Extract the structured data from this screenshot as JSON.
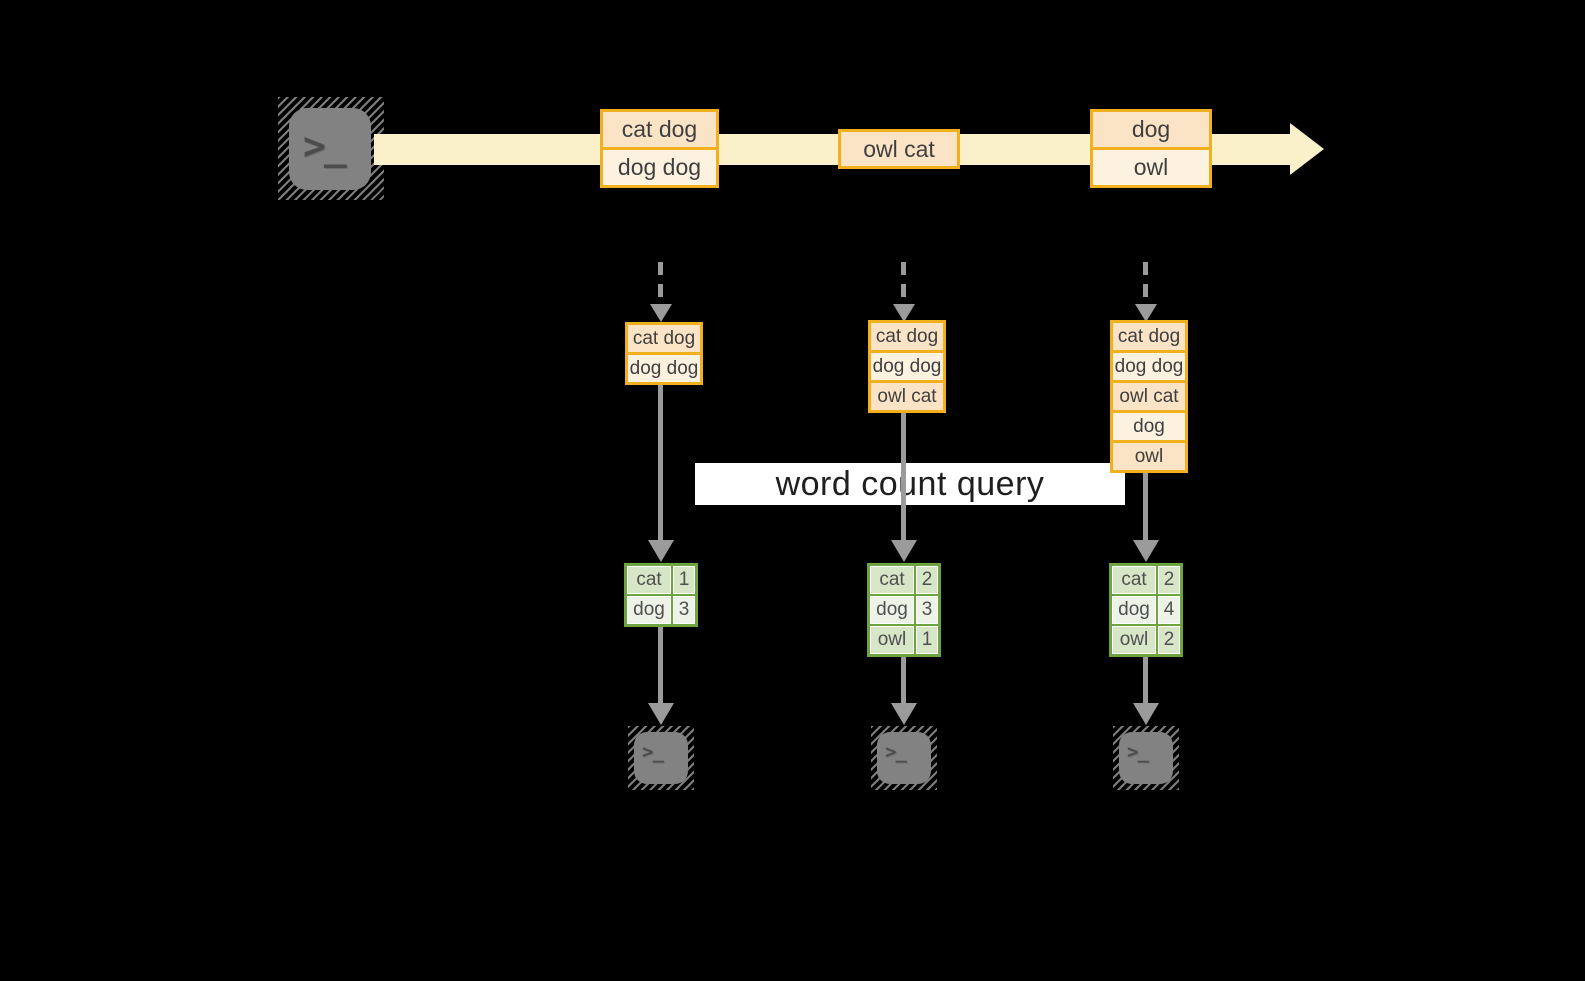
{
  "query": {
    "label": "word count query"
  },
  "stream": {
    "records": [
      {
        "lines": [
          "cat dog",
          "dog dog"
        ]
      },
      {
        "lines": [
          "owl cat"
        ]
      },
      {
        "lines": [
          "dog",
          "owl"
        ]
      }
    ]
  },
  "micro_batches": [
    {
      "lines": [
        "cat dog",
        "dog dog"
      ]
    },
    {
      "lines": [
        "cat dog",
        "dog dog",
        "owl cat"
      ]
    },
    {
      "lines": [
        "cat dog",
        "dog dog",
        "owl cat",
        "dog",
        "owl"
      ]
    }
  ],
  "result_tables": [
    {
      "rows": [
        {
          "word": "cat",
          "count": "1"
        },
        {
          "word": "dog",
          "count": "3"
        }
      ]
    },
    {
      "rows": [
        {
          "word": "cat",
          "count": "2"
        },
        {
          "word": "dog",
          "count": "3"
        },
        {
          "word": "owl",
          "count": "1"
        }
      ]
    },
    {
      "rows": [
        {
          "word": "cat",
          "count": "2"
        },
        {
          "word": "dog",
          "count": "4"
        },
        {
          "word": "owl",
          "count": "2"
        }
      ]
    }
  ],
  "icons": {
    "source": "terminal-icon",
    "sinks": [
      "terminal-icon",
      "terminal-icon",
      "terminal-icon"
    ],
    "prompt_glyph": ">_"
  },
  "colors": {
    "background": "#000000",
    "stream_fill": "#FAF0CA",
    "box_border_gold": "#F2B01E",
    "box_fill_peach": "#FBE3C6",
    "box_fill_cream": "#FDF2E0",
    "table_border_green": "#6CA440",
    "table_fill_green": "#D8E6C8",
    "table_fill_green_light": "#EDF3E7",
    "arrow_gray": "#9B9B9B",
    "icon_gray": "#828282",
    "text_dark": "#3F3F3F",
    "banner_bg": "#FFFFFF",
    "banner_text": "#1F1F1F"
  }
}
